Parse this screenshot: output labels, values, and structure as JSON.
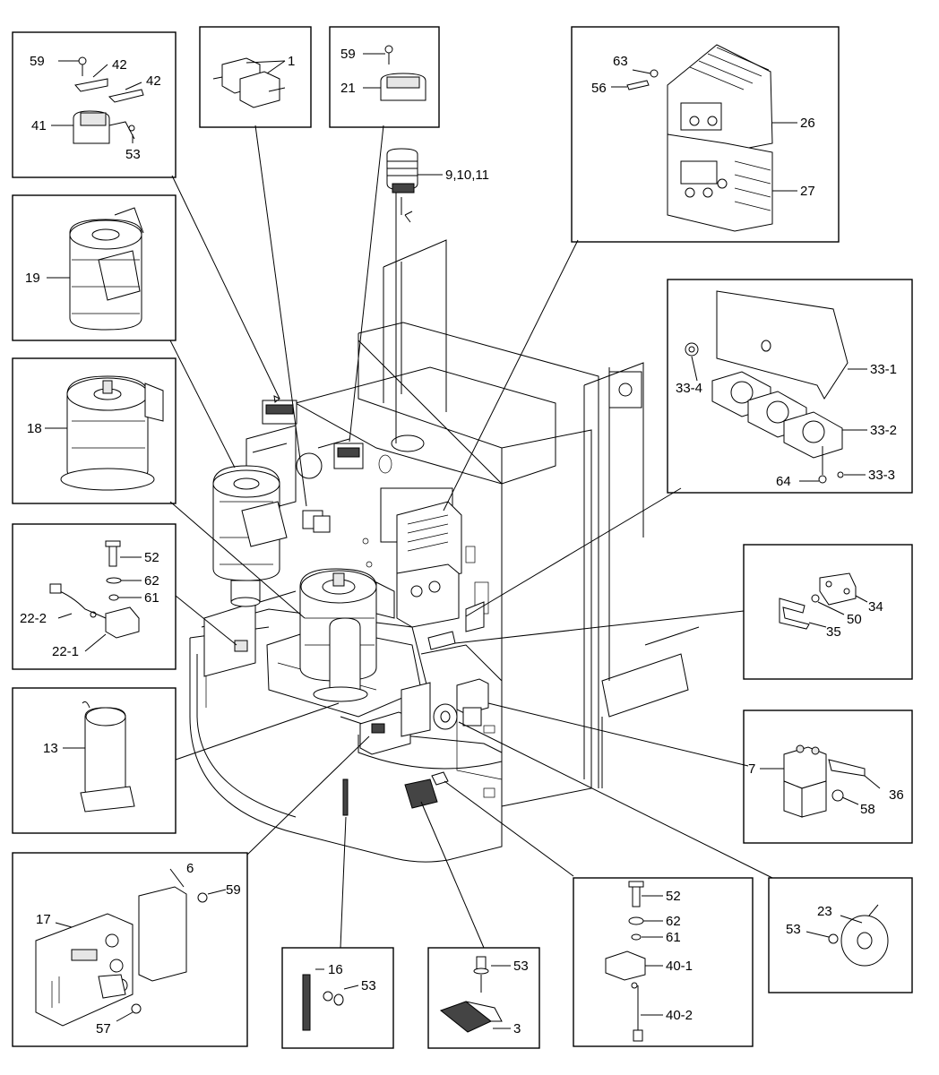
{
  "callouts": {
    "c1": "1",
    "c3": "3",
    "c6": "6",
    "c7": "7",
    "c9_10_11": "9,10,11",
    "c13": "13",
    "c16": "16",
    "c17": "17",
    "c18": "18",
    "c19": "19",
    "c21": "21",
    "c22_1": "22-1",
    "c22_2": "22-2",
    "c23": "23",
    "c26": "26",
    "c27": "27",
    "c33_1": "33-1",
    "c33_2": "33-2",
    "c33_3": "33-3",
    "c33_4": "33-4",
    "c34": "34",
    "c35": "35",
    "c36": "36",
    "c40_1": "40-1",
    "c40_2": "40-2",
    "c41": "41",
    "c42": "42",
    "c50": "50",
    "c52": "52",
    "c53": "53",
    "c56": "56",
    "c57": "57",
    "c58": "58",
    "c59": "59",
    "c61": "61",
    "c62": "62",
    "c63": "63",
    "c64": "64"
  },
  "icons": [
    "relay",
    "contactor",
    "beacon",
    "controller",
    "fan",
    "motor",
    "pump-motor",
    "solenoid",
    "horn",
    "fuse",
    "switch",
    "bolt",
    "washer",
    "bracket",
    "connector",
    "pedal"
  ]
}
